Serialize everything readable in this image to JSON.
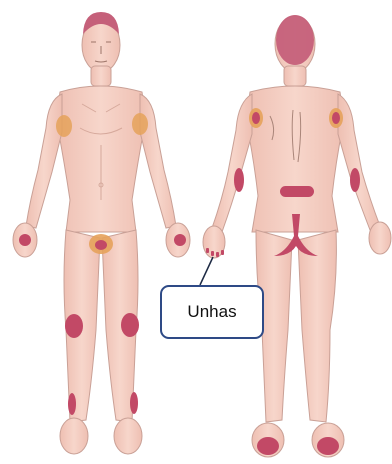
{
  "colors": {
    "skin": "#f4cfc3",
    "skin_outline": "#c9a096",
    "skin_shade": "#e7b8ab",
    "hair": "#c5607a",
    "lesion_red": "#c24966",
    "lesion_orange": "#e5a25b",
    "callout_border": "#2e4a86",
    "leader_line": "#1d2a44"
  },
  "figures": [
    {
      "name": "front-view",
      "label": ""
    },
    {
      "name": "back-view",
      "label": ""
    }
  ],
  "callout": {
    "text": "Unhas",
    "target": "fingernails"
  },
  "highlighted_regions": [
    "scalp",
    "elbows",
    "axillae",
    "palms",
    "genital-area",
    "knees",
    "shins",
    "lower-back",
    "intergluteal-cleft",
    "soles",
    "fingernails"
  ]
}
